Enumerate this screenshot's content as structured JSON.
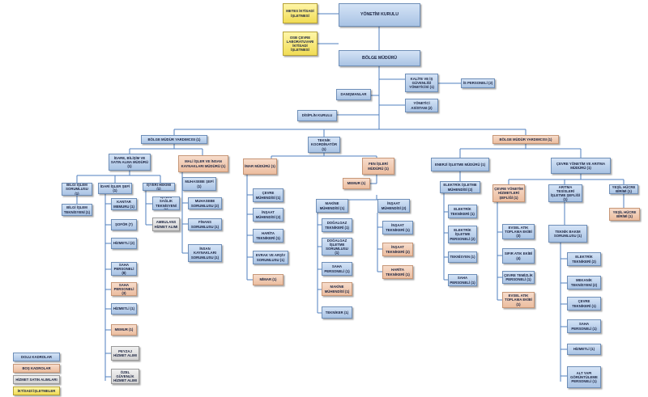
{
  "nodes": {
    "yonetim_kurulu": "YÖNETİM KURULU",
    "metes": "METES İKTİSADİ İŞLETMESİ",
    "osb_lab": "OSB ÇEVRE LABORATUVARI İKTİSADİ İŞLETMESİ",
    "bolge_muduru": "BÖLGE MÜDÜRÜ",
    "kalite": "KALİTE VE İŞ GÜVENLİĞİ YÖNETİCİSİ (1)",
    "is_personeli": "İS PERSONELİ (2)",
    "danismanlar": "DANIŞMANLAR",
    "yonetici_asistani": "YÖNETİCİ ASİSTANI (2)",
    "disiplin": "DİSİPLİN KURULU",
    "bmy_left": "BÖLGE MÜDÜR YARDIMCISI (1)",
    "teknik_koord": "TEKNİK KOORDİNATÖR (1)",
    "bmy_right": "BÖLGE MÜDÜR YARDIMCISI (1)",
    "idari_mudur": "İDARE, BİLİŞİM VE SATIN ALMA MÜDÜRÜ (1)",
    "mali_mudur": "MALİ İŞLER VE İNSAN KAYNAKLARI MÜDÜRÜ (1)",
    "imar_mudur": "İMAR MÜDÜRÜ (1)",
    "fen_mudur": "FEN İŞLERİ MÜDÜRÜ (1)",
    "enerji_mudur": "ENERJİ İŞLETME MÜDÜRÜ (1)",
    "cevre_mudur": "ÇEVRE YÖNETİM VE ARITMA MÜDÜRÜ (1)",
    "bilgi_islem_sor": "BİLGİ İŞLEM SORUMLUSU (1)",
    "bilgi_islem_tek": "BİLGİ İŞLEM TEKNİSYENİ (1)",
    "idari_isler_sefi": "İDARİ İŞLER ŞEFİ (1)",
    "kantar": "KANTAR MEMURU (1)",
    "sofor": "ŞOFÖR (7)",
    "hizmetli_2": "HİZMETLİ (2)",
    "saha_8": "SAHA PERSONELİ (8)",
    "saha_3": "SAHA PERSONELİ (3)",
    "hizmetli_1": "HİZMETLİ (1)",
    "memur_idari": "MEMUR (1)",
    "peyzaj": "PEYZAJ HİZMET ALIMI",
    "ozel_guvenlik": "ÖZEL GÜVENLİK HİZMET ALIMI",
    "isyeri_hekimi": "İŞYERİ HEKİMİ (1)",
    "saglik_tek": "İŞYERİ SAĞLIK TEKNİSYENİ (1)",
    "ambulans": "AMBULANS HİZMET ALIMI",
    "muhasebe_sefi": "MUHASEBE ŞEFİ (1)",
    "muhasebe_sor": "MUHASEBE SORUMLUSU (2)",
    "finans_sor": "FİNANS SORUMLUSU (1)",
    "ik_sor": "İNSAN KAYNAKLARI SORUMLUSU (1)",
    "cevre_muh": "ÇEVRE MÜHENDİSİ (1)",
    "insaat_muh_imar": "İNŞAAT MÜHENDİSİ (2)",
    "harita_tek_imar": "HARİTA TEKNİKERİ (1)",
    "evrak": "EVRAK VE ARŞİV SORUMLUSU (1)",
    "mimar": "MİMAR (1)",
    "memur_fen": "MEMUR (1)",
    "makine_muh": "MAKİNE MÜHENDİSİ (1)",
    "dogalgaz_tek": "DOĞALGAZ TEKNİKERİ (1)",
    "dogalgaz_sor": "DOĞALGAZ İŞLETME SORUMLUSU (1)",
    "saha_fen": "SAHA PERSONELİ (1)",
    "makine_muh_bos": "MAKİNE MÜHENDİSİ (1)",
    "tekniker_fen": "TEKNİKER (1)",
    "insaat_muh_fen": "İNŞAAT MÜHENDİSİ (2)",
    "insaat_tek": "İNŞAAT TEKNİKERİ (1)",
    "insaat_tek_bos": "İNŞAAT TEKNİKERİ (2)",
    "harita_tek_fen": "HARİTA TEKNİKERİ (1)",
    "elektrik_muh": "ELEKTRİK İŞLETME MÜHENDİSİ (2)",
    "elektrik_tek_en": "ELEKTRİK TEKNİKERİ (1)",
    "elektrik_isl_per": "ELEKTRİK İŞLETME PERSONELİ (2)",
    "teknisyen_en": "TEKNİSYEN (1)",
    "saha_en": "SAHA PERSONELİ (1)",
    "cevre_hiz_sefi": "ÇEVRE YÖNETİM HİZMETLERİ ŞEFLİĞİ (1)",
    "evsel_ekibi": "EVSEL ATIK TOPLAMA EKİBİ (3)",
    "sifir_atik": "SIFIR ATIK EKİBİ (4)",
    "cevre_temizlik": "ÇEVRE TEMİZLİK PERSONELİ (1)",
    "evsel_sefi": "EVSEL ATIK TOPLAMA EKİBİ (1)",
    "aritma_sefi": "ARITMA TESİSLERİ İŞLETME ŞEFLİĞİ (1)",
    "teknik_bakim": "TEKNİK BAKIM SORUMLUSU (1)",
    "elektrik_tek_ar": "ELEKTRİK TEKNİKERİ (2)",
    "mekanik_tek": "MEKANİK TEKNİSYENİ (2)",
    "cevre_tek": "ÇEVRE TEKNİKERİ (1)",
    "saha_ar": "SAHA PERSONELİ (1)",
    "hizmetli_ar": "HİZMETLİ (1)",
    "altyapi": "ALT YAPI GÖRÜNTÜLEME PERSONELİ (1)",
    "yesil_birim": "YEŞİL HÜCRE BİRİMİ (1)",
    "yesil_birim_bos": "YEŞİL HÜCRE BİRİMİ (1)"
  },
  "legend": {
    "dolu": "DOLU KADROLAR",
    "bos": "BOŞ KADROLAR",
    "hizmet": "HİZMET SATIN ALIMLARI",
    "iktisadi": "İKTİSADİ İŞLETMELER"
  },
  "colors": {
    "dolu": "#b5cdec",
    "bos": "#f3cdb4",
    "hizmet": "#e0e0e0",
    "iktisadi": "#f7e98a",
    "line": "#4f7fbf"
  }
}
